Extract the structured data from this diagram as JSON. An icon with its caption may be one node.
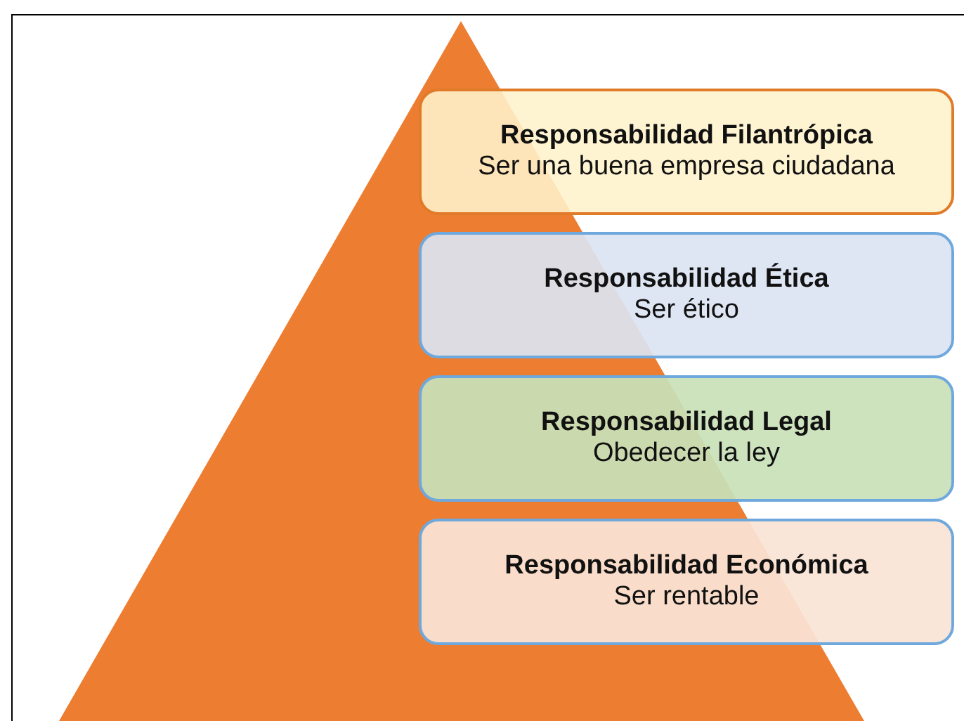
{
  "diagram": {
    "nodes": [
      {
        "text": [
          "Responsabilidad Filantrópica",
          "Ser una buena empresa ciudadana"
        ]
      },
      {
        "text": [
          "Responsabilidad Ética",
          "Ser ético"
        ]
      },
      {
        "text": [
          "Responsabilidad Legal",
          "Obedecer la ley"
        ]
      },
      {
        "text": [
          "Responsabilidad Económica",
          "Ser rentable"
        ]
      }
    ]
  }
}
